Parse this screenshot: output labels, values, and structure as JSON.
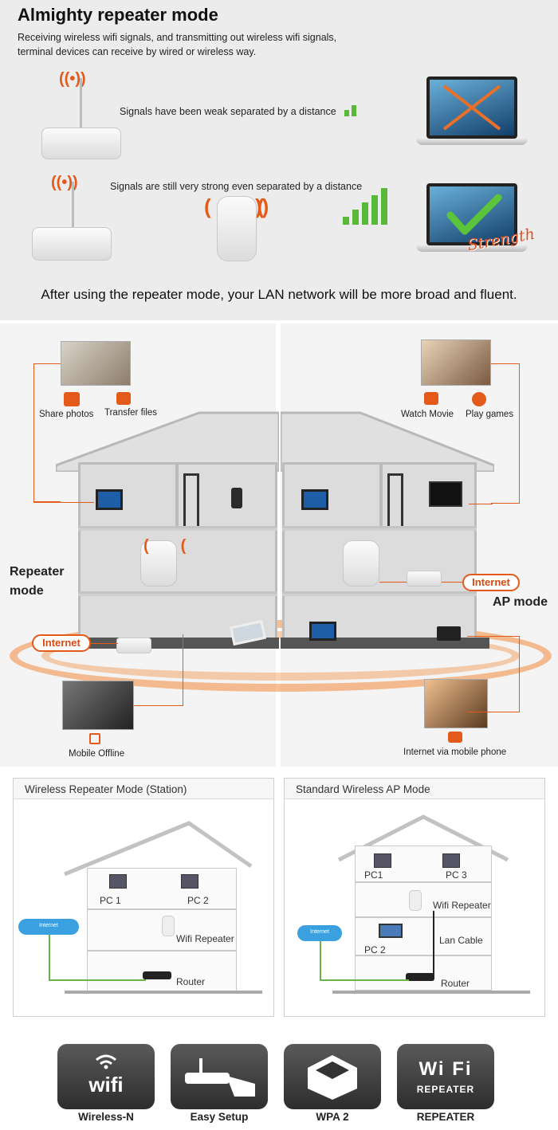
{
  "section1": {
    "title": "Almighty repeater mode",
    "intro_line1": "Receiving wireless wifi signals, and transmitting out wireless wifi signals,",
    "intro_line2": "terminal devices can receive by wired or wireless way.",
    "weak_text": "Signals have been weak separated by a distance",
    "strong_text": "Signals are still very strong even separated by a distance",
    "strength_label": "Strength",
    "summary": "After using the repeater mode, your LAN network will be more broad and fluent."
  },
  "section2": {
    "left": {
      "share_photos": "Share photos",
      "transfer_files": "Transfer files",
      "mode_line1": "Repeater",
      "mode_line2": "mode",
      "internet": "Internet",
      "mobile_offline": "Mobile Offline"
    },
    "right": {
      "watch_movie": "Watch Movie",
      "play_games": "Play games",
      "mode_label": "AP mode",
      "internet": "Internet",
      "internet_mobile": "Internet via mobile phone"
    }
  },
  "section3": {
    "left": {
      "title": "Wireless Repeater Mode (Station)",
      "pc1": "PC 1",
      "pc2": "PC 2",
      "repeater": "Wifi Repeater",
      "router": "Router",
      "cloud": "Internet"
    },
    "right": {
      "title": "Standard Wireless AP Mode",
      "pc1": "PC1",
      "pc3": "PC 3",
      "repeater": "Wifi Repeater",
      "pc2": "PC 2",
      "lan_cable": "Lan Cable",
      "router": "Router",
      "cloud": "Internet"
    }
  },
  "features": [
    {
      "icon_text": "wifi",
      "label": "Wireless-N",
      "icon": "wifi-icon"
    },
    {
      "icon_text": "",
      "label": "Easy Setup",
      "icon": "setup-icon"
    },
    {
      "icon_text": "",
      "label": "WPA 2",
      "icon": "security-box-icon"
    },
    {
      "icon_text": "Wi Fi",
      "icon_sub": "REPEATER",
      "label": "REPEATER",
      "icon": "wifi-repeater-icon"
    }
  ]
}
